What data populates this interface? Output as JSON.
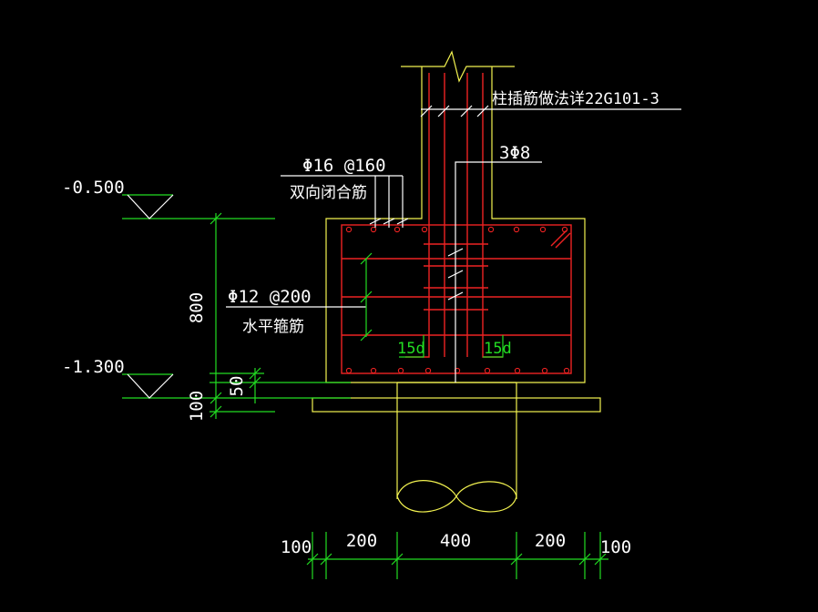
{
  "labels": {
    "elev_top": "-0.500",
    "elev_bottom": "-1.300",
    "dim_800": "800",
    "dim_50": "50",
    "dim_100_v": "100",
    "rebar_top_spec": "Φ16 @160",
    "rebar_top_desc": "双向闭合筋",
    "rebar_side_spec": "Φ12 @200",
    "rebar_side_desc": "水平箍筋",
    "stirrup_spec": "3Φ8",
    "column_note": "柱插筋做法详22G101-3",
    "anchor_left": "15d",
    "anchor_right": "15d",
    "dim_b1": "100",
    "dim_b2": "200",
    "dim_b3": "400",
    "dim_b4": "200",
    "dim_b5": "100"
  },
  "colors": {
    "background": "#000000",
    "concrete_outline": "#f3f350",
    "rebar": "#ee2222",
    "dimension": "#22dd22",
    "text": "#ffffff"
  }
}
